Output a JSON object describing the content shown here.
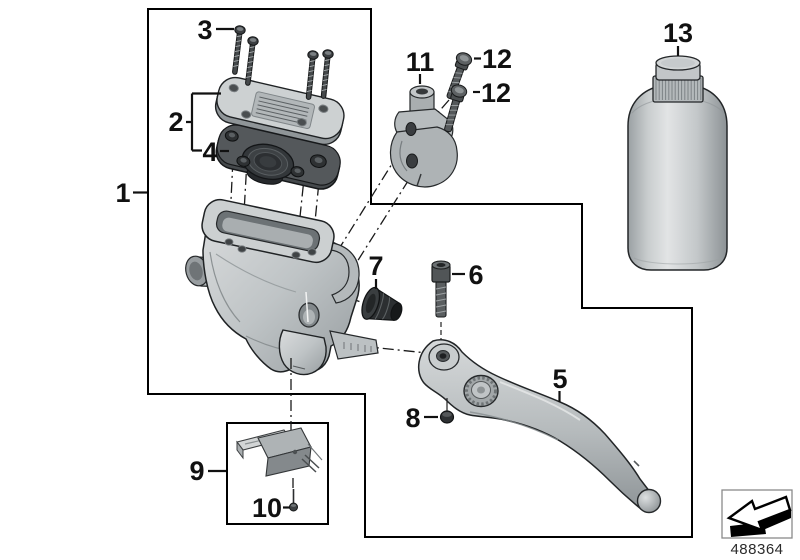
{
  "diagram": {
    "kind": "exploded-parts-diagram",
    "part_number": "488364",
    "background": "#ffffff"
  },
  "callouts": {
    "c1": "1",
    "c2": "2",
    "c3": "3",
    "c4": "4",
    "c5": "5",
    "c6": "6",
    "c7": "7",
    "c8": "8",
    "c9": "9",
    "c10": "10",
    "c11": "11",
    "c12a": "12",
    "c12b": "12",
    "c13": "13"
  },
  "icons": {
    "fiche_arrow": "arrow-lower-left"
  },
  "colors": {
    "outline": "#1a1a1a",
    "metal_light": "#d8dbdc",
    "metal_mid": "#b9bec0",
    "metal_dark": "#8d9396",
    "rubber_dark": "#33373a",
    "box_border": "#000000"
  }
}
